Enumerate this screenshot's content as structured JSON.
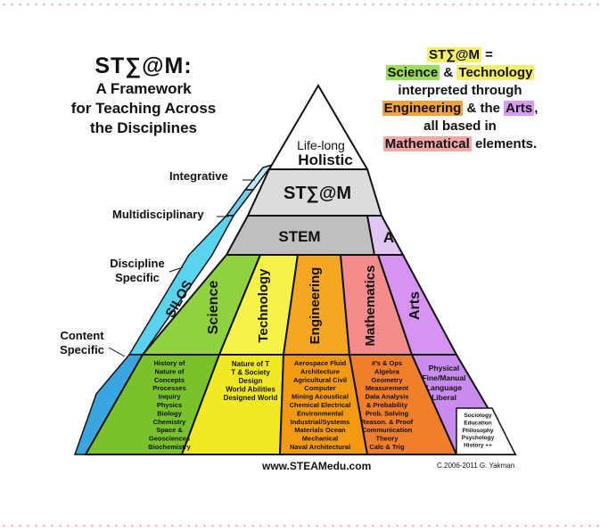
{
  "title": {
    "main": "ST∑@M:",
    "lines": [
      "A Framework",
      "for Teaching Across",
      "the Disciplines"
    ]
  },
  "legend": {
    "line1_a": "ST∑@M",
    "line1_b": " =",
    "line2_a": "Science",
    "line2_b": " & ",
    "line2_c": "Technology",
    "line3": "interpreted through",
    "line4_a": "Engineering",
    "line4_b": " & the ",
    "line4_c": "Arts",
    "line4_d": ",",
    "line5": "all based in",
    "line6_a": "Mathematical",
    "line6_b": " elements.",
    "colors": {
      "steam_title": "#f5ef6a",
      "science": "#9bde5a",
      "technology": "#f5ef6a",
      "engineering": "#f4a23c",
      "arts": "#d79cf2",
      "mathematical": "#f4a7a7"
    }
  },
  "levels": {
    "integrative": "Integrative",
    "multidisciplinary": "Multidisciplinary",
    "discipline_specific": [
      "Discipline",
      "Specific"
    ],
    "content_specific": [
      "Content",
      "Specific"
    ]
  },
  "pyramid": {
    "apex": [
      "Life-long",
      "Holistic"
    ],
    "steam": "ST∑@M",
    "stem": "STEM",
    "a": "A",
    "silos": "SILOS",
    "columns": [
      "Science",
      "Technology",
      "Engineering",
      "Mathematics",
      "Arts"
    ],
    "colors": {
      "silos": "#5ad3ef",
      "silos_side": "#3aa6e0",
      "science": "#8fd13f",
      "technology": "#f7f24a",
      "engineering": "#f5a623",
      "mathematics": "#f48c8c",
      "arts": "#d693f0",
      "stem_band": "#bfbfbf",
      "steam_band": "#dcdcdc",
      "a_band": "#e2c6f2"
    }
  },
  "content": {
    "science": [
      "History of",
      "Nature of",
      "Concepts",
      "Processes",
      "Inquiry",
      "Physics",
      "Biology",
      "Chemistry",
      "Space &",
      "Geosciences",
      "Biochemistry"
    ],
    "technology": [
      "Nature of T",
      "T & Society",
      "Design",
      "World Abilities",
      "Designed World"
    ],
    "engineering": [
      "Aerospace Fluid",
      "Architecture",
      "Agricultural Civil",
      "Computer",
      "Mining Acoustical",
      "Chemical Electrical",
      "Environmental",
      "Industrial/Systems",
      "Materials Ocean",
      "Mechanical",
      "Naval Architectural"
    ],
    "mathematics": [
      "#'s & Ops",
      "Algebra",
      "Geometry",
      "Measurement",
      "Data Analysis",
      "& Probability",
      "Prob. Solving",
      "Reason. & Proof",
      "Communication",
      "Theory",
      "Calc & Trig"
    ],
    "arts_physical": [
      "Physical",
      "Fine/Manual",
      "Language",
      "Liberal"
    ],
    "arts_liberal": [
      "Sociology",
      "Education",
      "Philosophy",
      "Psychology",
      "History ++"
    ]
  },
  "footer": {
    "url": "www.STEAMedu.com",
    "copyright": "C.2006-2011 G. Yakman"
  }
}
